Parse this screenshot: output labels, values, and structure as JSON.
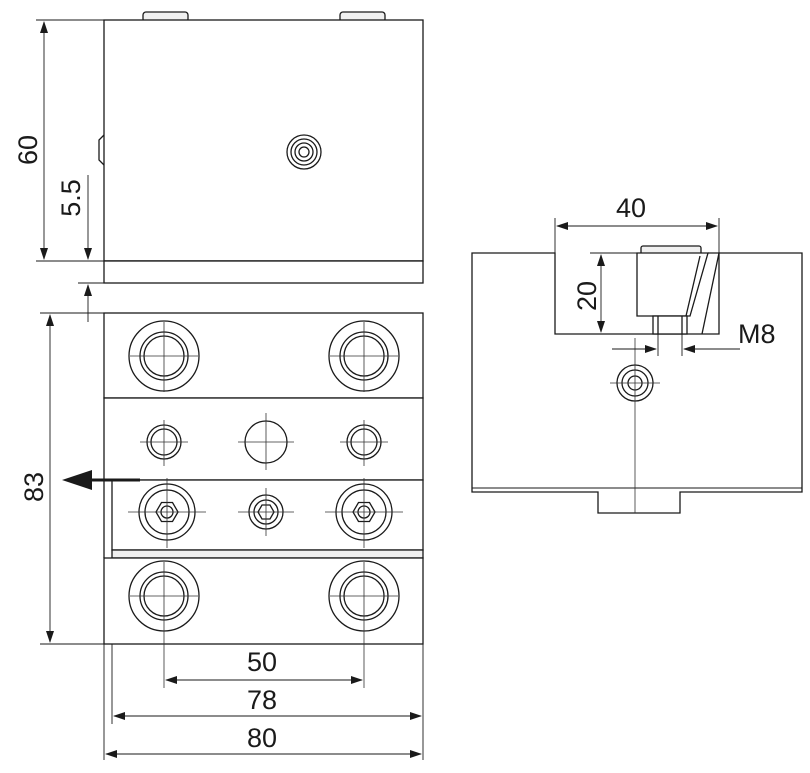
{
  "drawing": {
    "dimensions": {
      "height_total": "60",
      "base_offset": "5.5",
      "height_front": "83",
      "hole_spacing": "50",
      "inner_width": "78",
      "overall_width": "80",
      "side_width": "40",
      "side_depth": "20",
      "thread": "M8"
    },
    "colors": {
      "line": "#1a1a1a",
      "shade": "#f0f0f0"
    }
  }
}
